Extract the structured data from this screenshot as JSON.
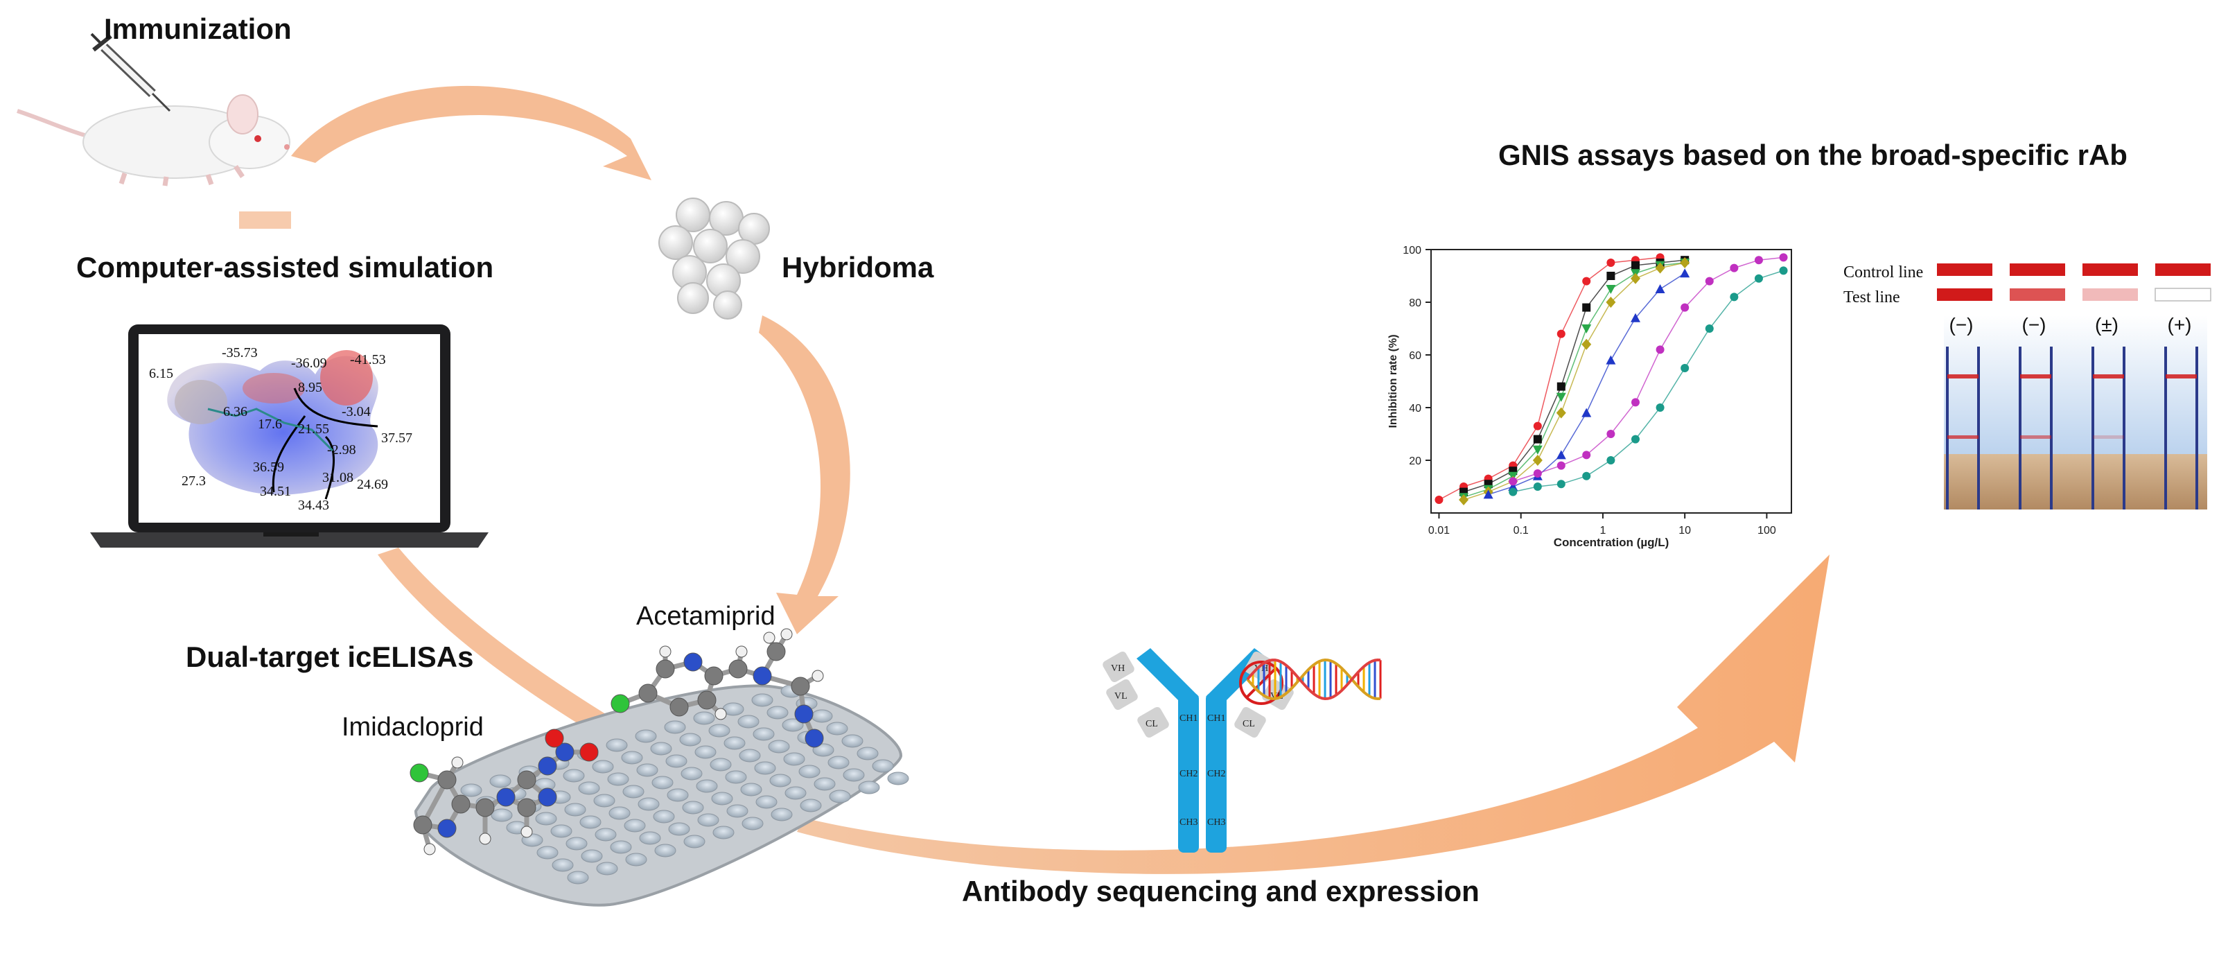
{
  "steps": {
    "immunization": "Immunization",
    "hybridoma": "Hybridoma",
    "simulation": "Computer-assisted simulation",
    "icelisa": "Dual-target icELISAs",
    "sequencing": "Antibody sequencing and expression",
    "gnis": "GNIS assays based on the broad-specific rAb"
  },
  "molecules": {
    "acetamiprid": "Acetamiprid",
    "imidacloprid": "Imidacloprid"
  },
  "esp_values": [
    "6.15",
    "-35.73",
    "-36.09",
    "-41.53",
    "6.36",
    "8.95",
    "-3.04",
    "17.6",
    "21.55",
    "37.57",
    "-2.98",
    "36.59",
    "31.08",
    "27.3",
    "34.51",
    "24.69",
    "34.43"
  ],
  "antibody_domains": {
    "vh": "VH",
    "vl": "VL",
    "cl": "CL",
    "ch1": "CH1",
    "ch2": "CH2",
    "ch3": "CH3"
  },
  "strip_test": {
    "control_label": "Control line",
    "test_label": "Test line",
    "results": [
      "(−)",
      "(−)",
      "(±)",
      "(+)"
    ],
    "test_line_intensity": [
      1.0,
      0.75,
      0.3,
      0.0
    ],
    "colors": {
      "line": "#d11a1a",
      "pad_top": "#cfe0f3",
      "pad_bottom": "#c9a37c"
    }
  },
  "chart_data": {
    "type": "scatter",
    "xlabel": "Concentration (µg/L)",
    "ylabel": "Inhibition rate (%)",
    "xscale": "log",
    "xlim": [
      0.008,
      200
    ],
    "ylim": [
      0,
      100
    ],
    "xticks": [
      "0.01",
      "0.1",
      "1",
      "10",
      "100"
    ],
    "yticks": [
      "20",
      "40",
      "60",
      "80",
      "100"
    ],
    "x": [
      0.01,
      0.02,
      0.04,
      0.08,
      0.16,
      0.31,
      0.63,
      1.25,
      2.5,
      5,
      10,
      20,
      40,
      80,
      160
    ],
    "series": [
      {
        "color": "#e8222a",
        "marker": "circle",
        "values": [
          5,
          10,
          13,
          18,
          33,
          68,
          88,
          95,
          96,
          97,
          null,
          null,
          null,
          null,
          null
        ]
      },
      {
        "color": "#111111",
        "marker": "square",
        "values": [
          null,
          8,
          11,
          16,
          28,
          48,
          78,
          90,
          94,
          95,
          96,
          null,
          null,
          null,
          null
        ]
      },
      {
        "color": "#2aa84a",
        "marker": "triangle-down",
        "values": [
          null,
          6,
          9,
          14,
          24,
          44,
          70,
          85,
          91,
          94,
          95,
          null,
          null,
          null,
          null
        ]
      },
      {
        "color": "#b4a21a",
        "marker": "diamond",
        "values": [
          null,
          5,
          8,
          12,
          20,
          38,
          64,
          80,
          89,
          93,
          95,
          null,
          null,
          null,
          null
        ]
      },
      {
        "color": "#2038c8",
        "marker": "triangle-up",
        "values": [
          null,
          null,
          7,
          10,
          14,
          22,
          38,
          58,
          74,
          85,
          91,
          null,
          null,
          null,
          null
        ]
      },
      {
        "color": "#c030c0",
        "marker": "circle",
        "values": [
          null,
          null,
          null,
          12,
          15,
          18,
          22,
          30,
          42,
          62,
          78,
          88,
          93,
          96,
          97
        ]
      },
      {
        "color": "#1a9a8a",
        "marker": "circle",
        "values": [
          null,
          null,
          null,
          8,
          10,
          11,
          14,
          20,
          28,
          40,
          55,
          70,
          82,
          89,
          92
        ]
      }
    ]
  }
}
